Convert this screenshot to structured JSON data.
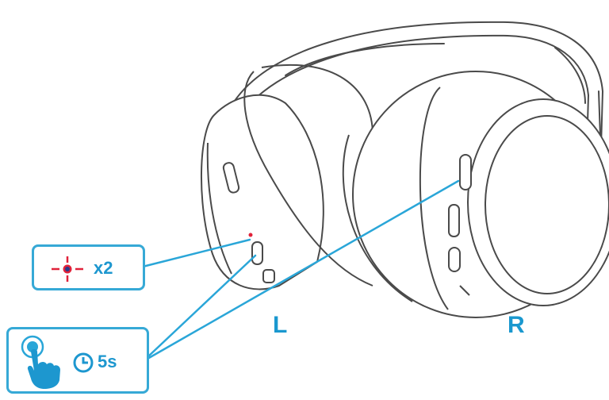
{
  "callouts": {
    "led": {
      "icon": "led-blink-icon",
      "text": "x2"
    },
    "hold": {
      "icon": "finger-press-icon",
      "timer_icon": "clock-icon",
      "text": "5s"
    }
  },
  "side_labels": {
    "left": "L",
    "right": "R"
  },
  "colors": {
    "accent": "#1d97cf",
    "line": "#2aa6d8",
    "led": "#e0223a",
    "outline": "#4a4a4a"
  }
}
